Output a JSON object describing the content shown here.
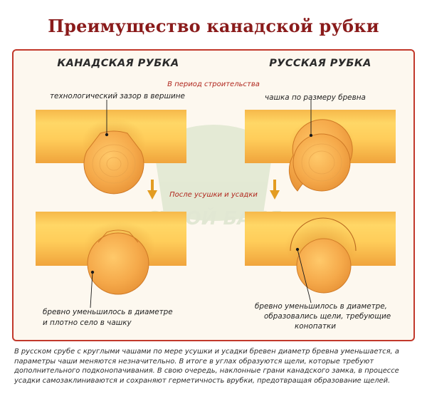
{
  "title": "Преимущество канадской рубки",
  "canadian": {
    "heading": "КАНАДСКАЯ РУБКА",
    "label_top": "технологический зазор в вершине",
    "label_bottom_line1": "бревно уменьшилось в диаметре",
    "label_bottom_line2": "и плотно село в чашку"
  },
  "russian": {
    "heading": "РУССКАЯ РУБКА",
    "label_top": "чашка по размеру бревна",
    "label_bottom_line1": "бревно уменьшилось в диаметре,",
    "label_bottom_line2": "образовались щели, требующие",
    "label_bottom_line3": "конопатки"
  },
  "stage_during": "В период строительства",
  "stage_after": "После усушки и усадки",
  "watermark": "СТРОЙ БАНЯ",
  "note": "В русском срубе с круглыми чашами по мере усушки и усадки бревен диаметр бревна уменьшается, а параметры чаши меняются незначительно. В итоге в углах образуются щели, которые требуют дополнительного подконопачивания. В свою очередь, наклонные грани канадского замка, в процессе усадки самозаклиниваются и сохраняют герметичность врубки, предотвращая образование щелей.",
  "colors": {
    "title": "#8a1b1b",
    "frame": "#c2392b",
    "wood_light": "#ffd15c",
    "wood_dark": "#f2a23a",
    "arrow": "#e39c22",
    "stage_text": "#b0261d"
  }
}
